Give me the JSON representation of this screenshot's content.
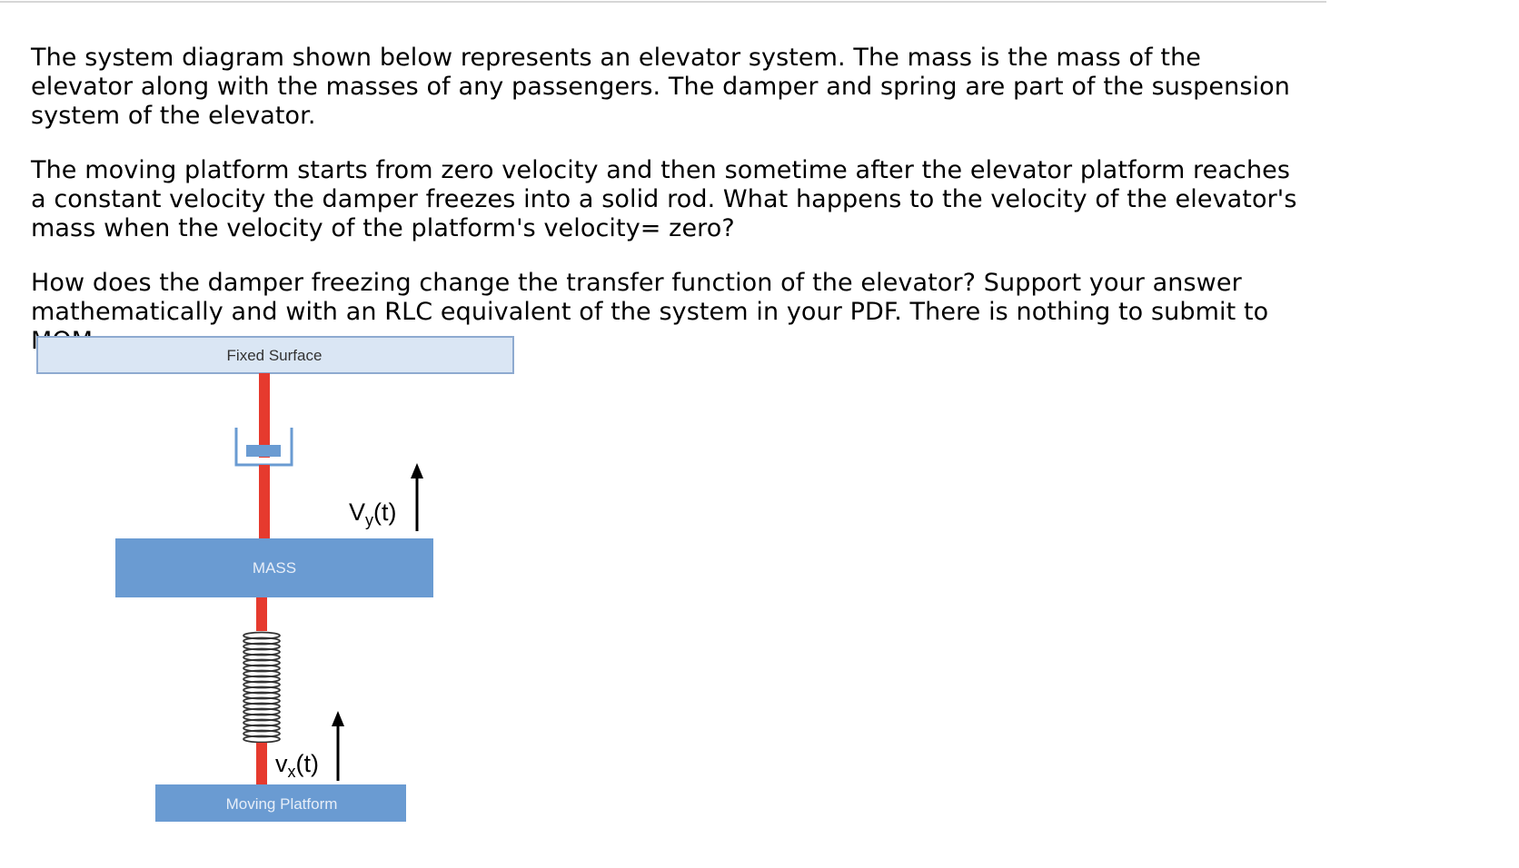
{
  "question": {
    "paragraphs": [
      "The system diagram shown below represents an elevator system.  The mass is the mass of the elevator along with the masses of any passengers.  The damper and spring are part of the suspension system of the elevator.",
      "The moving platform starts from zero velocity and then sometime after the elevator platform reaches a constant velocity the damper freezes into a solid rod. What happens to the velocity of the elevator's mass when the velocity of the platform's velocity= zero?",
      "How does the damper freezing change the transfer function of the elevator?  Support your answer mathematically and with an RLC equivalent of the system in your PDF.  There is nothing to submit to MOM."
    ]
  },
  "diagram": {
    "fixed_surface_label": "Fixed Surface",
    "mass_label": "MASS",
    "platform_label": "Moving Platform",
    "vy_base": "V",
    "vy_sub": "y",
    "vy_tail": "(t)",
    "vx_base": "v",
    "vx_sub": "x",
    "vx_tail": "(t)",
    "colors": {
      "fixed_surface_fill": "#dae6f4",
      "fixed_surface_stroke": "#8eaad0",
      "block_fill": "#6a9bd2",
      "rod": "#e63a2e",
      "spring": "#333333",
      "arrow": "#000000"
    }
  }
}
